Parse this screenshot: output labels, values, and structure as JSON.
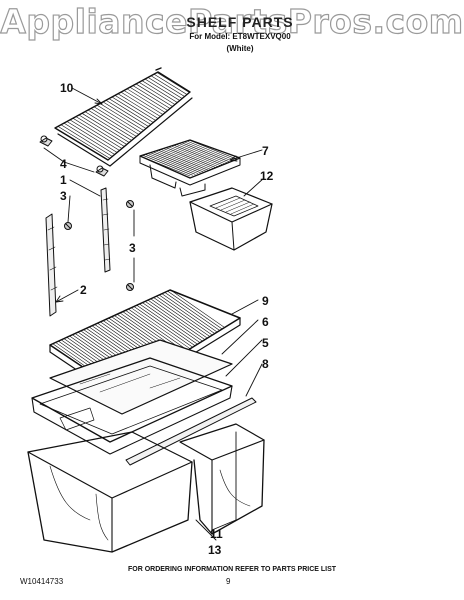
{
  "watermark": "AppliancePartsPros.com",
  "header": {
    "title": "SHELF PARTS",
    "model_line": "For Model: ET8WTEXVQ00",
    "color": "(White)"
  },
  "callouts": [
    "10",
    "4",
    "1",
    "3",
    "7",
    "12",
    "3",
    "2",
    "9",
    "6",
    "5",
    "8",
    "11",
    "13"
  ],
  "footer": {
    "ordering_note": "FOR ORDERING INFORMATION REFER TO PARTS PRICE LIST",
    "doc_number": "W10414733",
    "page_number": "9"
  },
  "colors": {
    "line": "#111111",
    "watermark_stroke": "#9a9a9a",
    "background": "#ffffff"
  }
}
